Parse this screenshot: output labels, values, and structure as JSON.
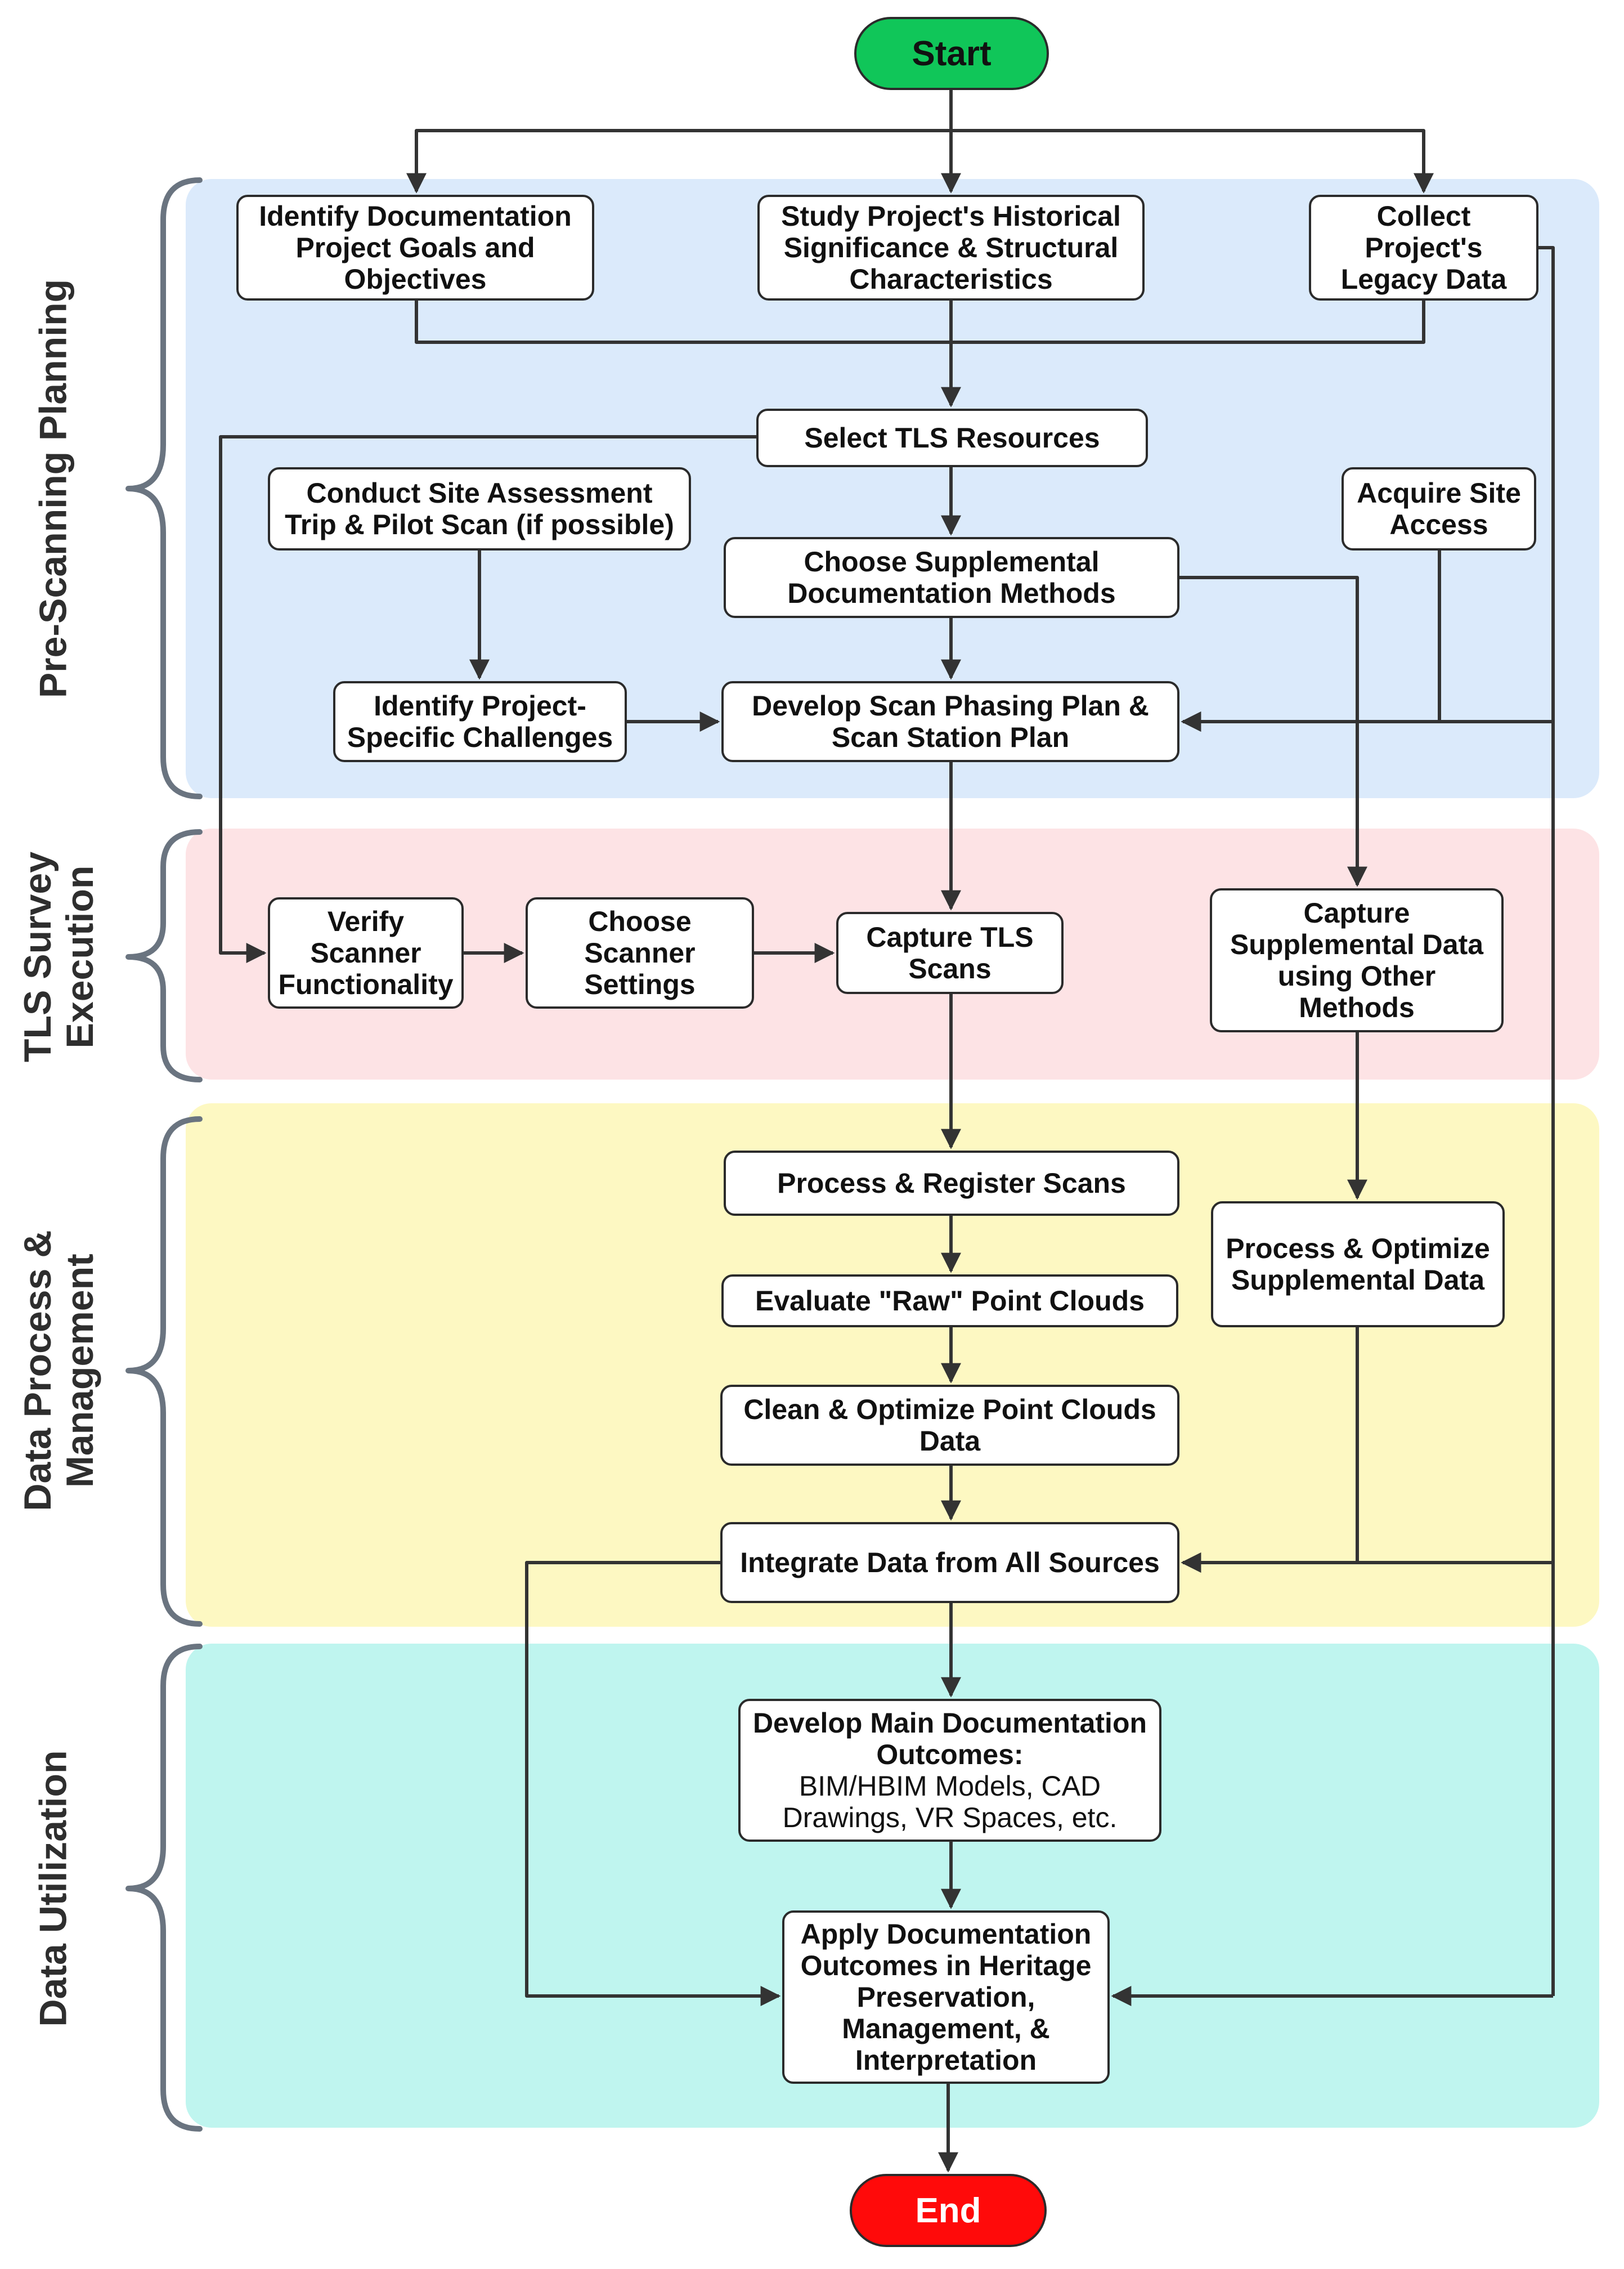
{
  "colors": {
    "planning_zone": "#dbeafb",
    "execution_zone": "#fde3e5",
    "processing_zone": "#fdf8c2",
    "utilization_zone": "#bff5ef",
    "bracket": "#6a7480",
    "line": "#333333",
    "start_fill": "#10c659",
    "end_fill": "#ff0a0a"
  },
  "terminals": {
    "start": "Start",
    "end": "End"
  },
  "phases": {
    "planning": "Pre-Scanning Planning",
    "execution": {
      "line1": "TLS Survey",
      "line2": "Execution"
    },
    "processing": {
      "line1": "Data Process &",
      "line2": "Management"
    },
    "utilization": "Data Utilization"
  },
  "nodes": {
    "identify_goals": {
      "line1": "Identify Documentation",
      "line2": "Project Goals and",
      "line3": "Objectives"
    },
    "study_history": {
      "line1": "Study Project's Historical",
      "line2": "Significance & Structural",
      "line3": "Characteristics"
    },
    "collect_legacy": {
      "line1": "Collect",
      "line2": "Project's",
      "line3": "Legacy Data"
    },
    "select_tls": {
      "line1": "Select TLS Resources"
    },
    "site_assessment": {
      "line1": "Conduct Site Assessment",
      "line2": "Trip & Pilot Scan (if possible)"
    },
    "acquire_access": {
      "line1": "Acquire Site",
      "line2": "Access"
    },
    "choose_supplemental": {
      "line1": "Choose Supplemental",
      "line2": "Documentation Methods"
    },
    "identify_challenges": {
      "line1": "Identify Project-",
      "line2": "Specific Challenges"
    },
    "develop_plan": {
      "line1": "Develop Scan Phasing Plan &",
      "line2": "Scan Station Plan"
    },
    "verify_scanner": {
      "line1": "Verify",
      "line2": "Scanner",
      "line3": "Functionality"
    },
    "choose_settings": {
      "line1": "Choose",
      "line2": "Scanner",
      "line3": "Settings"
    },
    "capture_tls": {
      "line1": "Capture TLS",
      "line2": "Scans"
    },
    "capture_supplemental": {
      "line1": "Capture",
      "line2": "Supplemental Data",
      "line3": "using Other",
      "line4": "Methods"
    },
    "process_register": {
      "line1": "Process & Register Scans"
    },
    "evaluate_raw": {
      "line1": "Evaluate \"Raw\" Point Clouds"
    },
    "process_supplemental": {
      "line1": "Process & Optimize",
      "line2": "Supplemental Data"
    },
    "clean_optimize": {
      "line1": "Clean & Optimize Point Clouds",
      "line2": "Data"
    },
    "integrate": {
      "line1": "Integrate Data from All Sources"
    },
    "develop_outcomes": {
      "line1": "Develop Main Documentation",
      "line2": "Outcomes:",
      "line3": "BIM/HBIM Models, CAD",
      "line4": "Drawings, VR Spaces, etc."
    },
    "apply_outcomes": {
      "line1": "Apply Documentation",
      "line2": "Outcomes in Heritage",
      "line3": "Preservation,",
      "line4": "Management, &",
      "line5": "Interpretation"
    }
  }
}
